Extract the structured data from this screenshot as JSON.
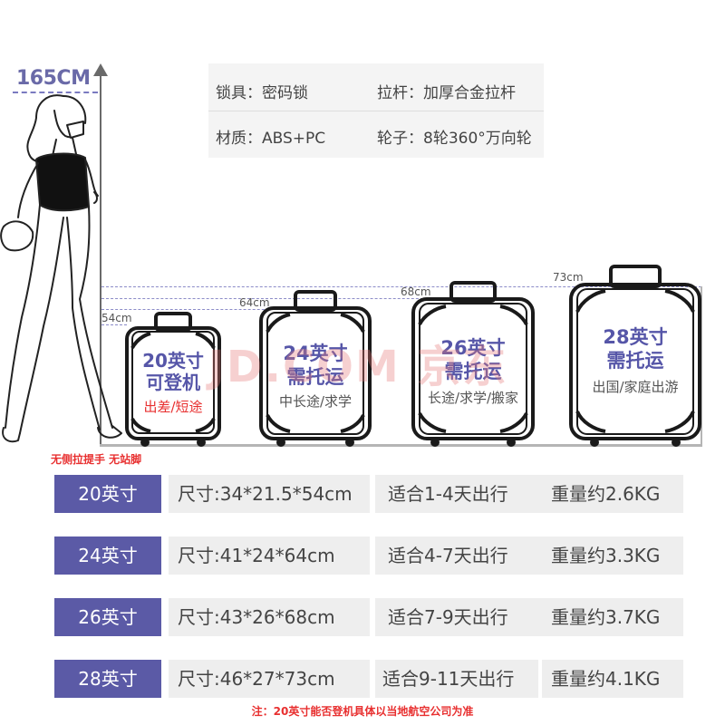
{
  "height_label": "165CM",
  "specs": {
    "lock": "锁具：密码锁",
    "handle": "拉杆：加厚合金拉杆",
    "material": "材质：ABS+PC",
    "wheels": "轮子：8轮360°万向轮"
  },
  "height_markers": [
    "54cm",
    "64cm",
    "68cm",
    "73cm"
  ],
  "suitcases": [
    {
      "line1": "20英寸",
      "line2": "可登机",
      "use": "出差/短途"
    },
    {
      "line1": "24英寸",
      "line2": "需托运",
      "use": "中长途/求学"
    },
    {
      "line1": "26英寸",
      "line2": "需托运",
      "use": "长途/求学/搬家"
    },
    {
      "line1": "28英寸",
      "line2": "需托运",
      "use": "出国/家庭出游"
    }
  ],
  "watermark": "JD.COM 京东",
  "warning": "无侧拉提手 无站脚",
  "table": [
    {
      "size": "20英寸",
      "dims": "尺寸:34*21.5*54cm",
      "days": "适合1-4天出行",
      "weight": "重量约2.6KG"
    },
    {
      "size": "24英寸",
      "dims": "尺寸:41*24*64cm",
      "days": "适合4-7天出行",
      "weight": "重量约3.3KG"
    },
    {
      "size": "26英寸",
      "dims": "尺寸:43*26*68cm",
      "days": "适合7-9天出行",
      "weight": "重量约3.7KG"
    },
    {
      "size": "28英寸",
      "dims": "尺寸:46*27*73cm",
      "days": "适合9-11天出行",
      "weight": "重量约4.1KG"
    }
  ],
  "footnote": "注：20英寸能否登机具体以当地航空公司为准",
  "colors": {
    "accent": "#5b5aa6",
    "warning": "#e83030",
    "cell_bg": "#eeeeee"
  }
}
